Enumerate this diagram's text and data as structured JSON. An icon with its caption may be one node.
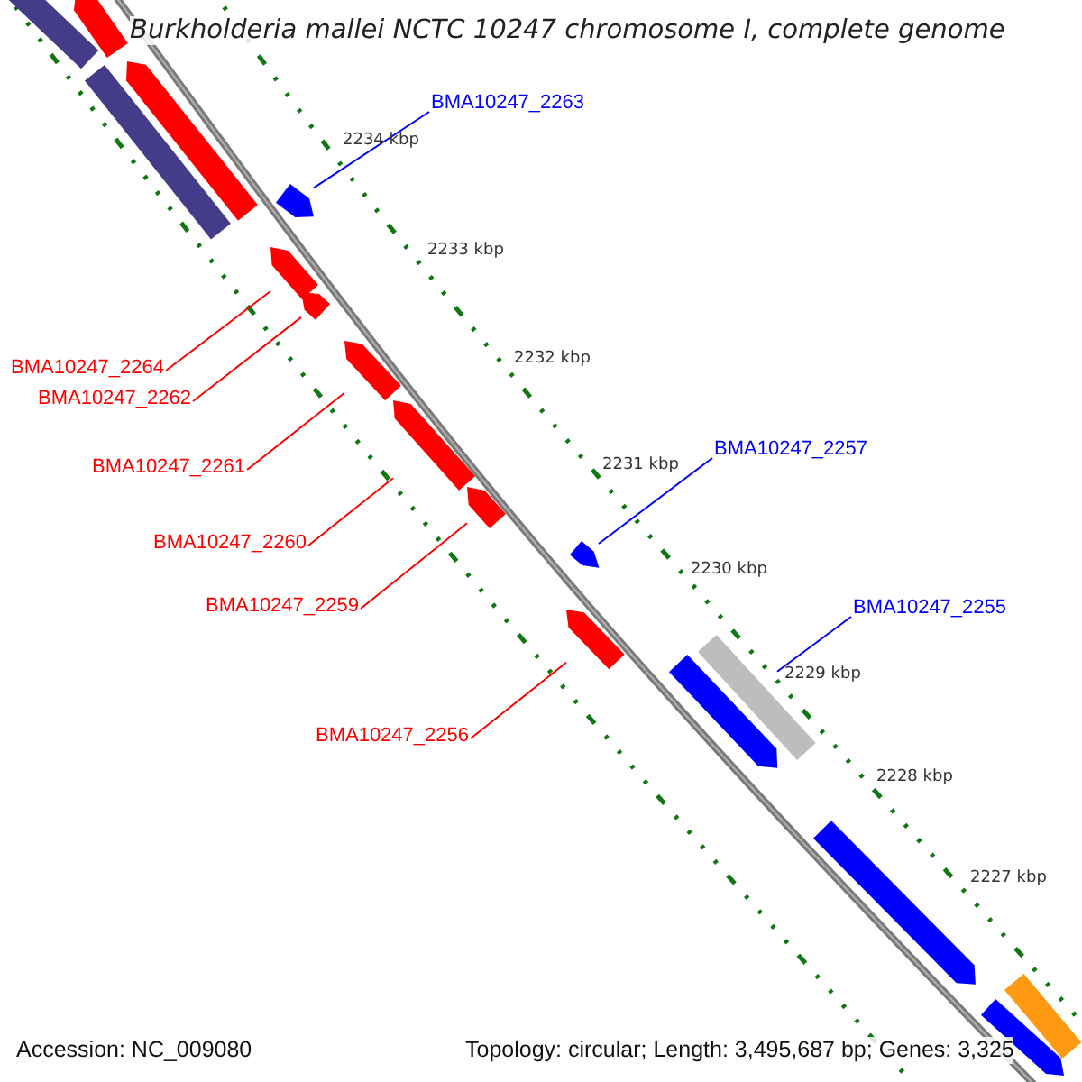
{
  "diagram": {
    "title": "Burkholderia mallei NCTC 10247 chromosome I, complete genome",
    "nodes": [
      {
        "text": [
          "BMA10247_2263"
        ]
      },
      {
        "text": [],
        "shape": "arrow"
      },
      {
        "text": [
          "BMA10247_2264"
        ]
      },
      {
        "text": [],
        "shape": "arrow"
      },
      {
        "text": [
          "BMA10247_2262"
        ]
      },
      {
        "text": [],
        "shape": "arrow"
      },
      {
        "text": [
          "BMA10247_2261"
        ]
      },
      {
        "text": [],
        "shape": "arrow"
      },
      {
        "text": [
          "BMA10247_2260"
        ]
      },
      {
        "text": [],
        "shape": "arrow"
      },
      {
        "text": [
          "BMA10247_2259"
        ]
      },
      {
        "text": [],
        "shape": "arrow"
      },
      {
        "text": [
          "BMA10247_2257"
        ]
      },
      {
        "text": [],
        "shape": "arrow"
      },
      {
        "text": [
          "BMA10247_2256"
        ]
      },
      {
        "text": [],
        "shape": "arrow"
      },
      {
        "text": [
          "BMA10247_2255"
        ]
      },
      {
        "text": [],
        "shape": "arrow"
      },
      {
        "text": [],
        "shape": "bar"
      },
      {
        "text": [],
        "shape": "bar"
      },
      {
        "text": [],
        "shape": "arrow"
      },
      {
        "text": [],
        "shape": "arrow"
      },
      {
        "text": [],
        "shape": "bar"
      },
      {
        "text": [],
        "shape": "arrow"
      },
      {
        "text": [],
        "shape": "bar"
      },
      {
        "text": [],
        "shape": "arrow"
      }
    ],
    "edges": [
      {
        "from": 0,
        "to": 1,
        "arrow": "none",
        "color": "#0000ff"
      },
      {
        "from": 2,
        "to": 3,
        "arrow": "none"
      },
      {
        "from": 4,
        "to": 5,
        "arrow": "none"
      },
      {
        "from": 6,
        "to": 7,
        "arrow": "none"
      },
      {
        "from": 8,
        "to": 9,
        "arrow": "none"
      },
      {
        "from": 10,
        "to": 11,
        "arrow": "none"
      },
      {
        "from": 12,
        "to": 13,
        "arrow": "none",
        "color": "#0000ff"
      },
      {
        "from": 14,
        "to": 15,
        "arrow": "none"
      },
      {
        "from": 16,
        "to": 17,
        "arrow": "none",
        "color": "#0000ff"
      }
    ],
    "labels": [
      "2234 kbp",
      "2233 kbp",
      "2232 kbp",
      "2231 kbp",
      "2230 kbp",
      "2229 kbp",
      "2228 kbp",
      "2227 kbp",
      "Accession: NC_009080",
      "Topology: circular; Length: 3,495,687 bp; Genes: 3,325"
    ]
  }
}
